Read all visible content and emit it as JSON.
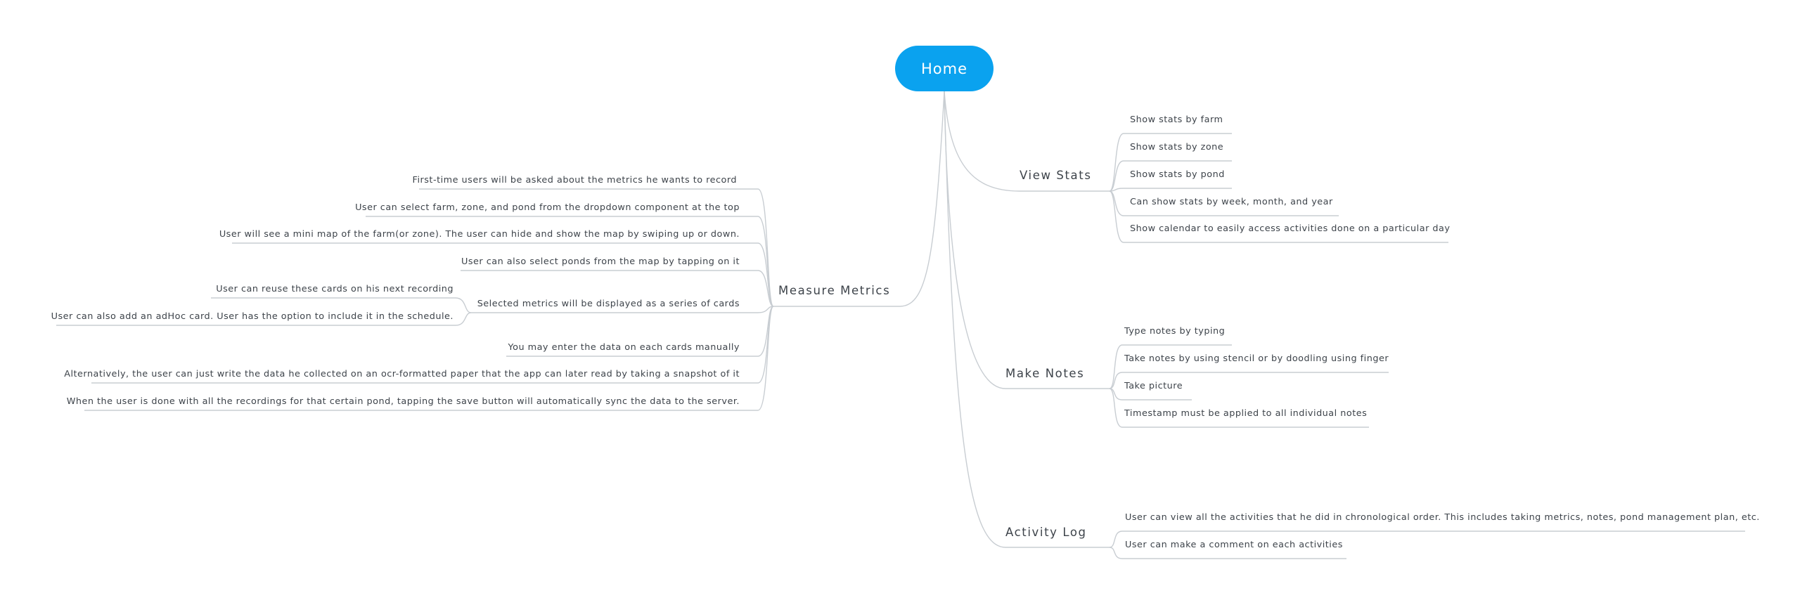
{
  "root": {
    "label": "Home"
  },
  "branches": {
    "measure_metrics": {
      "label": "Measure Metrics",
      "items": [
        "First-time users will be asked about the metrics he wants to record",
        "User can select farm, zone, and pond from the dropdown component at the top",
        "User will see a mini map of the farm(or zone). The user can hide and show the map by swiping up or down.",
        "User can also select ponds from the map by tapping on it",
        "Selected metrics will be displayed as a series of cards",
        "You may enter the data on each cards manually",
        "Alternatively, the user can just write the data he collected on an ocr-formatted paper that the app can later read by taking a snapshot of it",
        "When the user is done with all the recordings for that certain pond, tapping the save button will automatically sync the data to the server."
      ],
      "sub_items": [
        "User can reuse these cards on his next recording",
        "User can also add an adHoc card. User has the option to include it in the schedule."
      ]
    },
    "view_stats": {
      "label": "View Stats",
      "items": [
        "Show stats by farm",
        "Show stats by zone",
        "Show stats by pond",
        "Can show stats by week, month, and year",
        "Show calendar to easily access activities done on a particular day"
      ]
    },
    "make_notes": {
      "label": "Make Notes",
      "items": [
        "Type notes by typing",
        "Take notes by using stencil or by doodling using finger",
        "Take picture",
        "Timestamp must be applied to all individual notes"
      ]
    },
    "activity_log": {
      "label": "Activity Log",
      "items": [
        "User can view all the activities that he did in chronological order. This includes taking metrics, notes, pond management plan, etc.",
        "User can make a comment on each activities"
      ]
    }
  },
  "colors": {
    "root_fill": "#0aa2ef",
    "line": "#c8cdd2",
    "text": "#3d434a"
  }
}
